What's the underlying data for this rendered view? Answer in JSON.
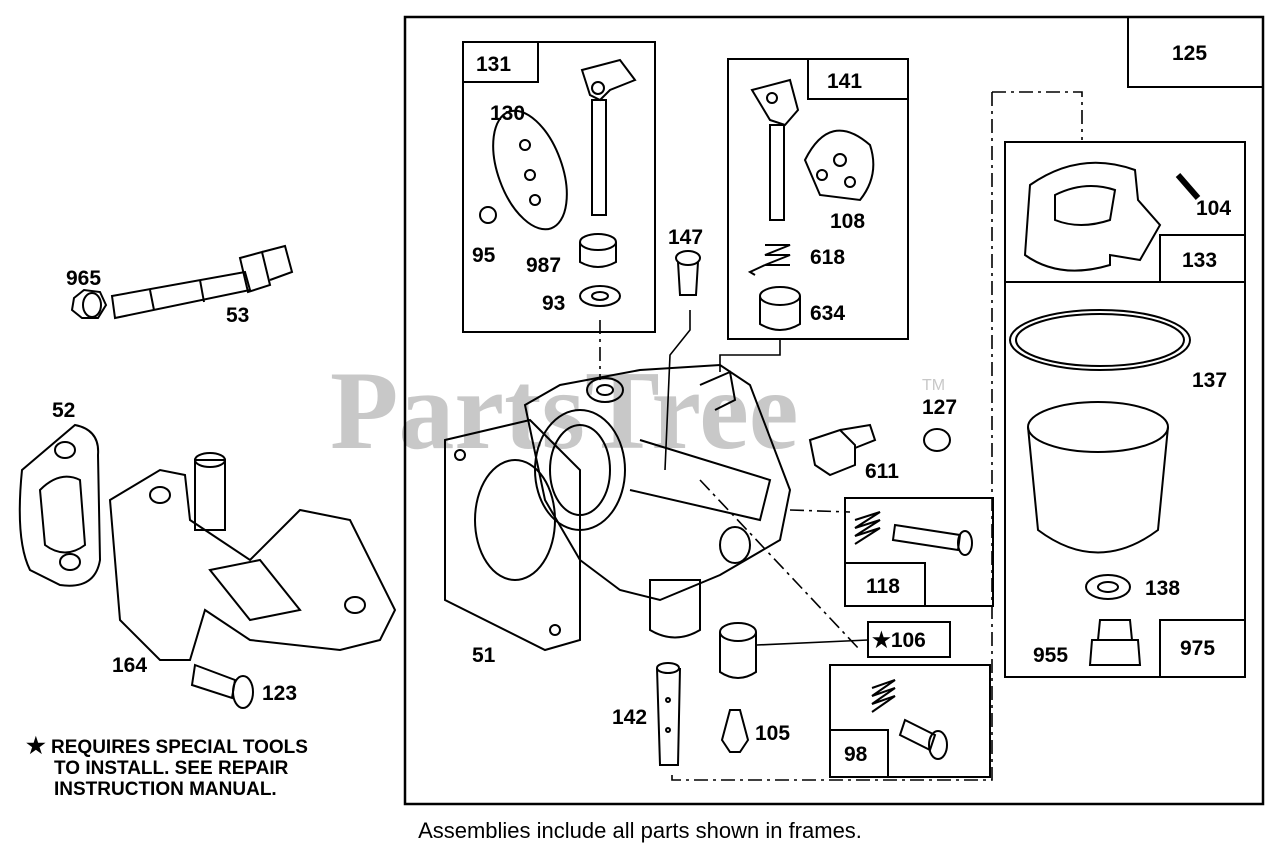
{
  "watermark": "PartsTree",
  "trademark": "TM",
  "note": {
    "star": "★",
    "line1": "REQUIRES SPECIAL TOOLS",
    "line2": "TO INSTALL.  SEE REPAIR",
    "line3": "INSTRUCTION MANUAL."
  },
  "caption": "Assemblies include all parts shown in frames.",
  "labels": {
    "p965": "965",
    "p53": "53",
    "p52": "52",
    "p164": "164",
    "p123": "123",
    "p131": "131",
    "p130": "130",
    "p95": "95",
    "p987": "987",
    "p93": "93",
    "p147": "147",
    "p141": "141",
    "p108": "108",
    "p618": "618",
    "p634": "634",
    "p125": "125",
    "p104": "104",
    "p133": "133",
    "p137": "137",
    "p127": "127",
    "p611": "611",
    "p118": "118",
    "p106": "★106",
    "p51": "51",
    "p142": "142",
    "p105": "105",
    "p98": "98",
    "p138": "138",
    "p955": "955",
    "p975": "975"
  },
  "colors": {
    "line": "#000000",
    "watermark": "#c8c8c8"
  }
}
